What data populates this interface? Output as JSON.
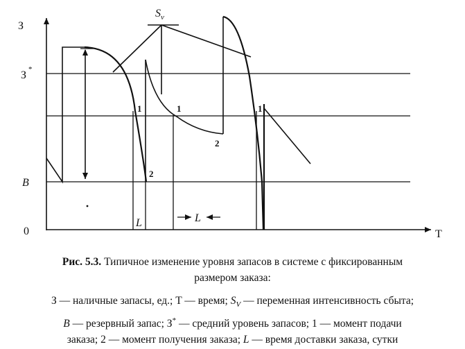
{
  "axis": {
    "y_label": "З",
    "x_label": "T",
    "origin": "0",
    "level_avg": "З",
    "level_avg_mark": "*",
    "level_reserve": "B"
  },
  "markers": {
    "sv_main": "S",
    "sv_sub": "v",
    "point_1a": "1",
    "point_1b": "1",
    "point_1c": "1",
    "point_2a": "2",
    "point_2b": "2",
    "lead_time_a": "L",
    "lead_time_b": "L"
  },
  "caption": {
    "prefix": "Рис. 5.3.",
    "line1": " Типичное изменение уровня запасов в системе с фиксированным",
    "line2": "размером заказа:"
  },
  "legend": {
    "l1_a": "З — наличные запасы, ед.; T — время; ",
    "l1_sv": "S",
    "l1_sv_sub": "V",
    "l1_b": " — переменная интенсивность сбыта;",
    "l2_b": "B",
    "l2_a": " — резервный запас; З",
    "l2_mark": "*",
    "l2_c": " — средний уровень запасов; 1 — момент подачи",
    "l3_a": "заказа; 2 — момент получения заказа; ",
    "l3_l": "L",
    "l3_b": " — время доставки заказа, сутки"
  }
}
